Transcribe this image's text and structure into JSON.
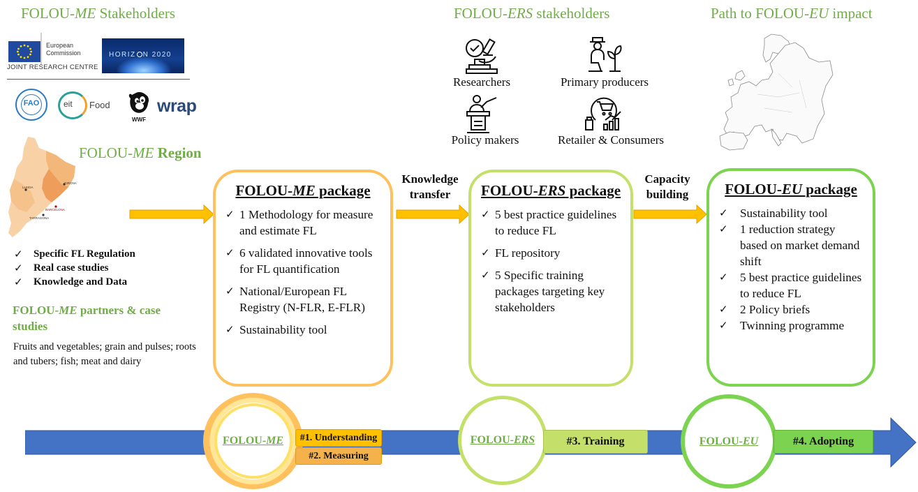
{
  "stakeholders_me": {
    "prefix": "FOLOU-",
    "em": "ME",
    "suffix": " Stakeholders"
  },
  "stakeholders_ers": {
    "prefix": "FOLOU-",
    "em": "ERS",
    "suffix": " stakeholders"
  },
  "path_eu": {
    "prefix": "Path to FOLOU-",
    "em": "EU",
    "suffix": " impact"
  },
  "logos": {
    "ec_line1": "European",
    "ec_line2": "Commission",
    "jrc": "JOINT RESEARCH CENTRE",
    "horizon": "HORIZ",
    "horizon_year": "N 2020",
    "fao": "FAO",
    "eit": "eit",
    "eit_food": "Food",
    "wwf": "WWF",
    "wrap": "wrap"
  },
  "region": {
    "prefix": "FOLOU-",
    "em": "ME",
    "suffix": " Region"
  },
  "map_labels": [
    "LLEIDA",
    "GIRONA",
    "TARRAGONA",
    "BARCELONA"
  ],
  "region_checks": [
    "Specific FL Regulation",
    "Real case studies",
    "Knowledge and Data"
  ],
  "partners": {
    "prefix": "FOLOU-",
    "em": "ME",
    "suffix": " partners & case studies"
  },
  "partners_text": "Fruits and vegetables; grain and pulses; roots and tubers; fish; meat and dairy",
  "me_package": {
    "title_prefix": "FOLOU-",
    "title_em": "ME",
    "title_suffix": " package",
    "items": [
      "1 Methodology for measure and estimate FL",
      "6 validated innovative tools for FL quantification",
      "National/European FL Registry (N-FLR, E-FLR)",
      "Sustainability tool"
    ]
  },
  "knowledge_transfer": [
    "Knowledge",
    "transfer"
  ],
  "ers_package": {
    "title_prefix": "FOLOU-",
    "title_em": "ERS",
    "title_suffix": " package",
    "items": [
      "5 best practice guidelines to reduce FL",
      "FL repository",
      "5 Specific training packages targeting key stakeholders"
    ]
  },
  "capacity_building": [
    "Capacity",
    "building"
  ],
  "eu_package": {
    "title_prefix": "FOLOU-",
    "title_em": "EU",
    "title_suffix": " package",
    "items": [
      "Sustainability tool",
      "1 reduction strategy based on market demand shift",
      "5 best practice guidelines to reduce FL",
      "2 Policy briefs",
      "Twinning programme"
    ]
  },
  "stakeholder_icons": [
    {
      "label": "Researchers",
      "icon": "microscope-icon"
    },
    {
      "label": "Primary producers",
      "icon": "farmer-icon"
    },
    {
      "label": "Policy makers",
      "icon": "speaker-podium-icon"
    },
    {
      "label": "Retailer & Consumers",
      "icon": "shopping-cart-icon"
    }
  ],
  "timeline": {
    "me": {
      "prefix": "FOLOU-",
      "em": "ME"
    },
    "ers": {
      "prefix": "FOLOU-",
      "em": "ERS"
    },
    "eu": {
      "prefix": "FOLOU-",
      "em": "EU"
    },
    "steps": [
      "#1. Understanding",
      "#2. Measuring",
      "#3. Training",
      "#4. Adopting"
    ]
  },
  "colors": {
    "green": "#70ad47",
    "orange": "#ffc05e",
    "light_green": "#c4e06a",
    "bright_green": "#7bd34f",
    "timeline_blue": "#4472c4",
    "arrow_yellow": "#ffc000"
  }
}
